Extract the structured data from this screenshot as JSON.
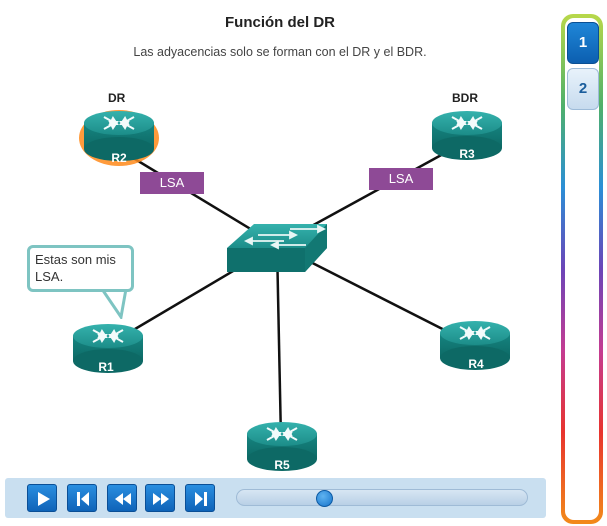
{
  "title": "Función del DR",
  "subtitle": "Las adyacencias solo se forman con el DR y el BDR.",
  "roles": {
    "dr": "DR",
    "bdr": "BDR"
  },
  "routers": {
    "r1": "R1",
    "r2": "R2",
    "r3": "R3",
    "r4": "R4",
    "r5": "R5"
  },
  "lsa_labels": {
    "left": "LSA",
    "right": "LSA"
  },
  "callout": "Estas son mis LSA.",
  "colors": {
    "router": "#1e8f8d",
    "highlight": "#ff7a00",
    "lsa": "#8e4a96",
    "accent": "#1673c9"
  },
  "tabs": [
    {
      "label": "1",
      "active": true
    },
    {
      "label": "2",
      "active": false
    }
  ],
  "controls": {
    "play": "play-icon",
    "first": "skip-to-start-icon",
    "rewind": "rewind-icon",
    "forward": "fast-forward-icon",
    "last": "skip-to-end-icon"
  },
  "progress": 0.29
}
